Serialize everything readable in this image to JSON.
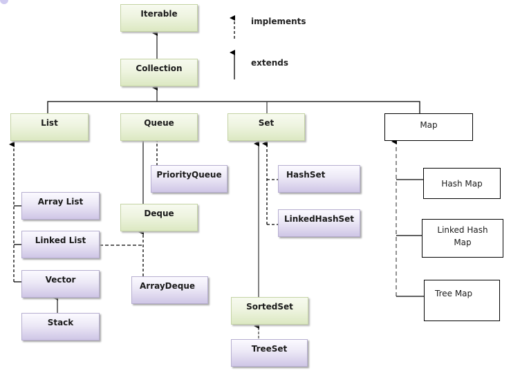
{
  "legend": {
    "implements_label": "implements",
    "extends_label": "extends"
  },
  "colors": {
    "interface_fill": "#e6eed6",
    "class_fill": "#e2dcf0",
    "map_fill": "#ffffff",
    "line": "#000000"
  },
  "nodes": {
    "iterable": "Iterable",
    "collection": "Collection",
    "list": "List",
    "queue": "Queue",
    "set": "Set",
    "map": "Map",
    "priority_queue": "PriorityQueue",
    "hash_set": "HashSet",
    "linked_hash_set": "LinkedHashSet",
    "array_list": "Array List",
    "linked_list": "Linked List",
    "deque": "Deque",
    "vector": "Vector",
    "array_deque": "ArrayDeque",
    "stack": "Stack",
    "sorted_set": "SortedSet",
    "tree_set": "TreeSet",
    "hash_map": "Hash Map",
    "linked_hash_map_line1": "Linked Hash",
    "linked_hash_map_line2": "Map",
    "tree_map": "Tree Map"
  },
  "relations": [
    {
      "from": "Collection",
      "to": "Iterable",
      "type": "extends"
    },
    {
      "from": "List",
      "to": "Collection",
      "type": "extends"
    },
    {
      "from": "Queue",
      "to": "Collection",
      "type": "extends"
    },
    {
      "from": "Set",
      "to": "Collection",
      "type": "extends"
    },
    {
      "from": "Deque",
      "to": "Queue",
      "type": "extends"
    },
    {
      "from": "PriorityQueue",
      "to": "Queue",
      "type": "implements"
    },
    {
      "from": "Array List",
      "to": "List",
      "type": "implements"
    },
    {
      "from": "Linked List",
      "to": "List",
      "type": "implements"
    },
    {
      "from": "Vector",
      "to": "List",
      "type": "implements"
    },
    {
      "from": "Stack",
      "to": "Vector",
      "type": "extends"
    },
    {
      "from": "Linked List",
      "to": "Deque",
      "type": "implements"
    },
    {
      "from": "ArrayDeque",
      "to": "Deque",
      "type": "implements"
    },
    {
      "from": "HashSet",
      "to": "Set",
      "type": "implements"
    },
    {
      "from": "LinkedHashSet",
      "to": "Set",
      "type": "implements"
    },
    {
      "from": "SortedSet",
      "to": "Set",
      "type": "extends"
    },
    {
      "from": "TreeSet",
      "to": "SortedSet",
      "type": "implements"
    },
    {
      "from": "Hash Map",
      "to": "Map",
      "type": "implements"
    },
    {
      "from": "Linked Hash Map",
      "to": "Map",
      "type": "implements"
    },
    {
      "from": "Tree Map",
      "to": "Map",
      "type": "implements"
    }
  ]
}
